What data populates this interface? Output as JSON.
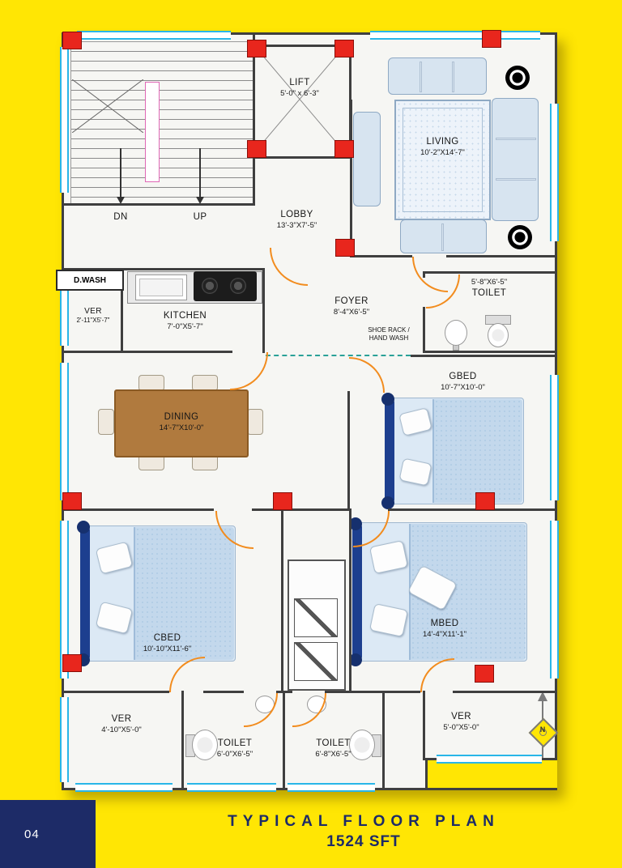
{
  "page": {
    "number": "04",
    "title": "TYPICAL FLOOR PLAN",
    "area": "1524 SFT"
  },
  "stairs": {
    "dn": "DN",
    "up": "UP"
  },
  "compass": {
    "n": "N"
  },
  "rooms": {
    "lift": {
      "name": "LIFT",
      "dims": "5'-0\" x 6'-3\""
    },
    "living": {
      "name": "LIVING",
      "dims": "10'-2\"X14'-7\""
    },
    "lobby": {
      "name": "LOBBY",
      "dims": "13'-3\"X7'-5\""
    },
    "dwash": {
      "name": "D.WASH"
    },
    "ver_left": {
      "name": "VER",
      "dims": "2'-11\"X5'-7\""
    },
    "kitchen": {
      "name": "KITCHEN",
      "dims": "7'-0\"X5'-7\""
    },
    "foyer": {
      "name": "FOYER",
      "dims": "8'-4\"X6'-5\""
    },
    "toilet_top": {
      "name": "TOILET",
      "dims": "5'-8\"X6'-5\""
    },
    "shoe_rack": {
      "line1": "SHOE RACK /",
      "line2": "HAND WASH"
    },
    "dining": {
      "name": "DINING",
      "dims": "14'-7\"X10'-0\""
    },
    "gbed": {
      "name": "GBED",
      "dims": "10'-7\"X10'-0\""
    },
    "cbed": {
      "name": "CBED",
      "dims": "10'-10\"X11'-6\""
    },
    "mbed": {
      "name": "MBED",
      "dims": "14'-4\"X11'-1\""
    },
    "ver_bl": {
      "name": "VER",
      "dims": "4'-10\"X5'-0\""
    },
    "toilet_bl": {
      "name": "TOILET",
      "dims": "6'-0\"X6'-5\""
    },
    "toilet_bc": {
      "name": "TOILET",
      "dims": "6'-8\"X6'-5\""
    },
    "ver_br": {
      "name": "VER",
      "dims": "5'-0\"X5'-0\""
    }
  },
  "colors": {
    "background": "#ffe604",
    "navy": "#1d2b67",
    "wall": "#3f3f3f",
    "window": "#29b6e8",
    "door": "#f28c1e",
    "column": "#e8261d",
    "bed": "#dce9f5",
    "headboard": "#1d3f8f",
    "table": "#b07a3e"
  }
}
